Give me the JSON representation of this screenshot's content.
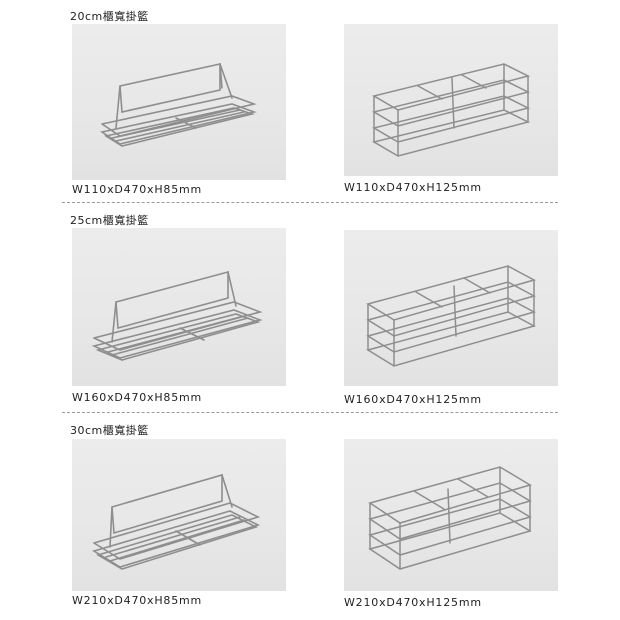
{
  "sections": [
    {
      "title": "20cm櫃寬掛籃",
      "items": [
        {
          "caption": "W110xD470xH85mm",
          "type": "low-basket"
        },
        {
          "caption": "W110xD470xH125mm",
          "type": "tall-basket"
        }
      ]
    },
    {
      "title": "25cm櫃寬掛籃",
      "items": [
        {
          "caption": "W160xD470xH85mm",
          "type": "low-basket"
        },
        {
          "caption": "W160xD470xH125mm",
          "type": "tall-basket"
        }
      ]
    },
    {
      "title": "30cm櫃寬掛籃",
      "items": [
        {
          "caption": "W210xD470xH85mm",
          "type": "low-basket"
        },
        {
          "caption": "W210xD470xH125mm",
          "type": "tall-basket"
        }
      ]
    }
  ],
  "colors": {
    "wire": "#8a8a8a",
    "photo_bg": "#e9e9e9",
    "divider": "#9a9a9a"
  }
}
